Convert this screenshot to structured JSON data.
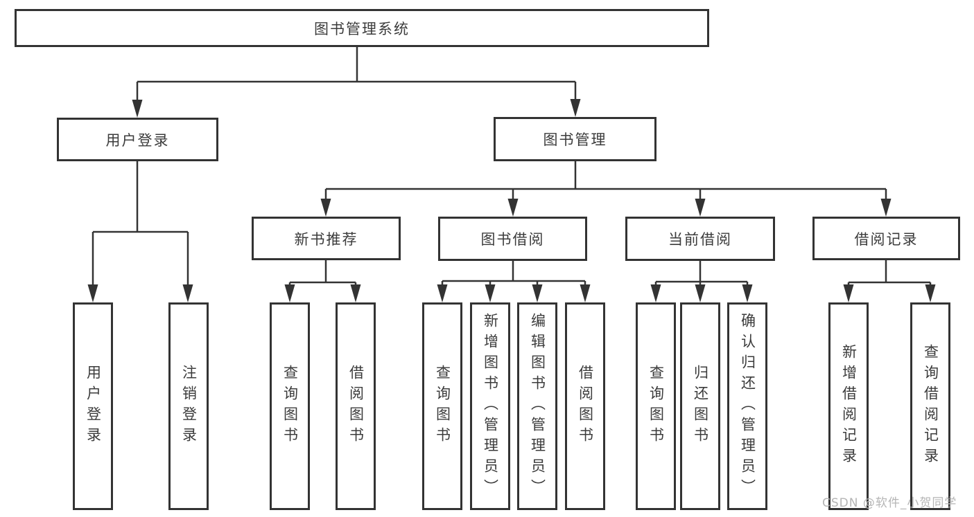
{
  "colors": {
    "background": "#ffffff",
    "line": "#333333",
    "box_border": "#333333",
    "box_fill": "#ffffff",
    "text": "#3b3b3b",
    "watermark": "#b5b5b5"
  },
  "watermark": {
    "text": "CSDN @软件_小贺同学"
  },
  "diagram": {
    "root": {
      "label": "图书管理系统"
    },
    "user_login": {
      "label": "用户登录",
      "children": [
        {
          "label": "用户登录"
        },
        {
          "label": "注销登录"
        }
      ]
    },
    "book_mgmt": {
      "label": "图书管理",
      "children": [
        {
          "label": "新书推荐",
          "children": [
            {
              "label": "查询图书"
            },
            {
              "label": "借阅图书"
            }
          ]
        },
        {
          "label": "图书借阅",
          "children": [
            {
              "label": "查询图书"
            },
            {
              "label": "新增图书（管理员）"
            },
            {
              "label": "编辑图书（管理员）"
            },
            {
              "label": "借阅图书"
            }
          ]
        },
        {
          "label": "当前借阅",
          "children": [
            {
              "label": "查询图书"
            },
            {
              "label": "归还图书"
            },
            {
              "label": "确认归还（管理员）"
            }
          ]
        },
        {
          "label": "借阅记录",
          "children": [
            {
              "label": "新增借阅记录"
            },
            {
              "label": "查询借阅记录"
            }
          ]
        }
      ]
    }
  }
}
